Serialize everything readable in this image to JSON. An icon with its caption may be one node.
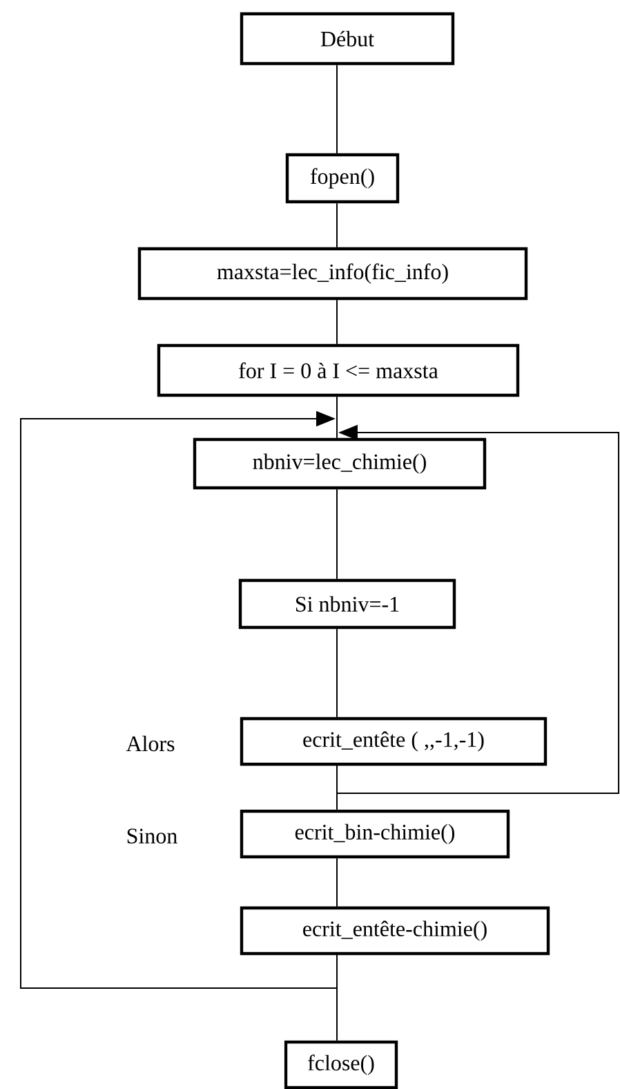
{
  "diagram": {
    "nodes": [
      {
        "text": [
          "Début"
        ]
      },
      {
        "text": [
          "fopen()"
        ]
      },
      {
        "text": [
          "maxsta=lec_info(fic_info)"
        ]
      },
      {
        "text": [
          "for I = 0   à  I <= maxsta"
        ]
      },
      {
        "text": [
          "nbniv=lec_chimie()"
        ]
      },
      {
        "text": [
          "Si    nbniv=-1"
        ]
      },
      {
        "text": [
          "ecrit_entête ( ,,-1,-1)"
        ]
      },
      {
        "text": [
          "ecrit_bin-chimie()"
        ]
      },
      {
        "text": [
          "ecrit_entête-chimie()"
        ]
      },
      {
        "text": [
          "fclose()"
        ]
      }
    ],
    "edges": [
      {
        "from": 0,
        "to": 1,
        "arrow": "none"
      },
      {
        "from": 1,
        "to": 2,
        "arrow": "none"
      },
      {
        "from": 2,
        "to": 3,
        "arrow": "none"
      },
      {
        "from": 3,
        "to": 4,
        "arrow": "none"
      },
      {
        "from": 8,
        "to": 4,
        "arrow": "to"
      },
      {
        "from": 6,
        "to": 4,
        "arrow": "to"
      },
      {
        "from": 4,
        "to": 5,
        "arrow": "none"
      },
      {
        "from": 5,
        "to": 6,
        "arrow": "none"
      },
      {
        "from": 6,
        "to": 7,
        "arrow": "none"
      },
      {
        "from": 7,
        "to": 8,
        "arrow": "none"
      },
      {
        "from": 8,
        "to": 9,
        "arrow": "none"
      }
    ],
    "labels": [
      "Alors",
      "Sinon"
    ]
  }
}
